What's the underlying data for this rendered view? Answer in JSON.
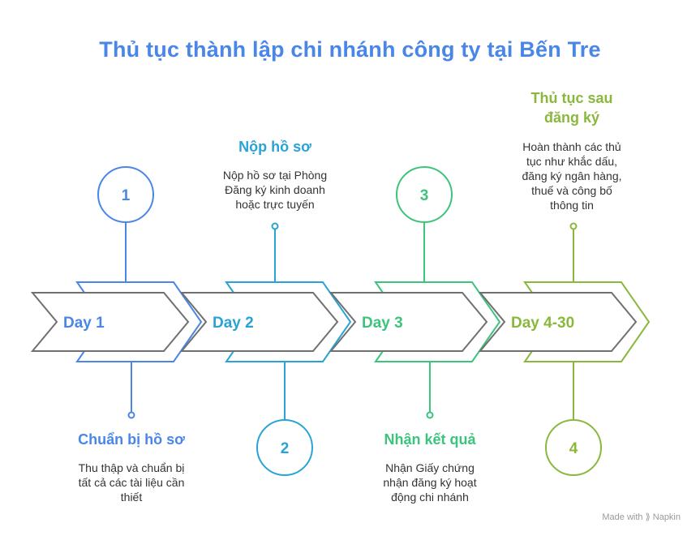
{
  "title": "Thủ tục thành lập chi nhánh công ty tại Bến Tre",
  "colors": {
    "title": "#4a86e8",
    "step1": "#4a86e8",
    "step2": "#29a3d6",
    "step3": "#3cc47c",
    "step4": "#8ab83c",
    "arrow_outline": "#707070"
  },
  "steps": [
    {
      "day": "Day 1",
      "number": "1",
      "title": "Chuẩn bị hồ sơ",
      "desc": [
        "Thu thập và chuẩn bị",
        "tất cả các tài liệu cần",
        "thiết"
      ]
    },
    {
      "day": "Day 2",
      "number": "2",
      "title": "Nộp hồ sơ",
      "desc": [
        "Nộp hồ sơ tại Phòng",
        "Đăng ký kinh doanh",
        "hoặc trực tuyến"
      ]
    },
    {
      "day": "Day 3",
      "number": "3",
      "title": "Nhận kết quả",
      "desc": [
        "Nhận Giấy chứng",
        "nhận đăng ký hoạt",
        "động chi nhánh"
      ]
    },
    {
      "day": "Day 4-30",
      "number": "4",
      "title_lines": [
        "Thủ tục sau",
        "đăng ký"
      ],
      "desc": [
        "Hoàn thành các thủ",
        "tục như khắc dấu,",
        "đăng ký ngân hàng,",
        "thuế và công bố",
        "thông tin"
      ]
    }
  ],
  "credit": "Made with ⟫ Napkin"
}
